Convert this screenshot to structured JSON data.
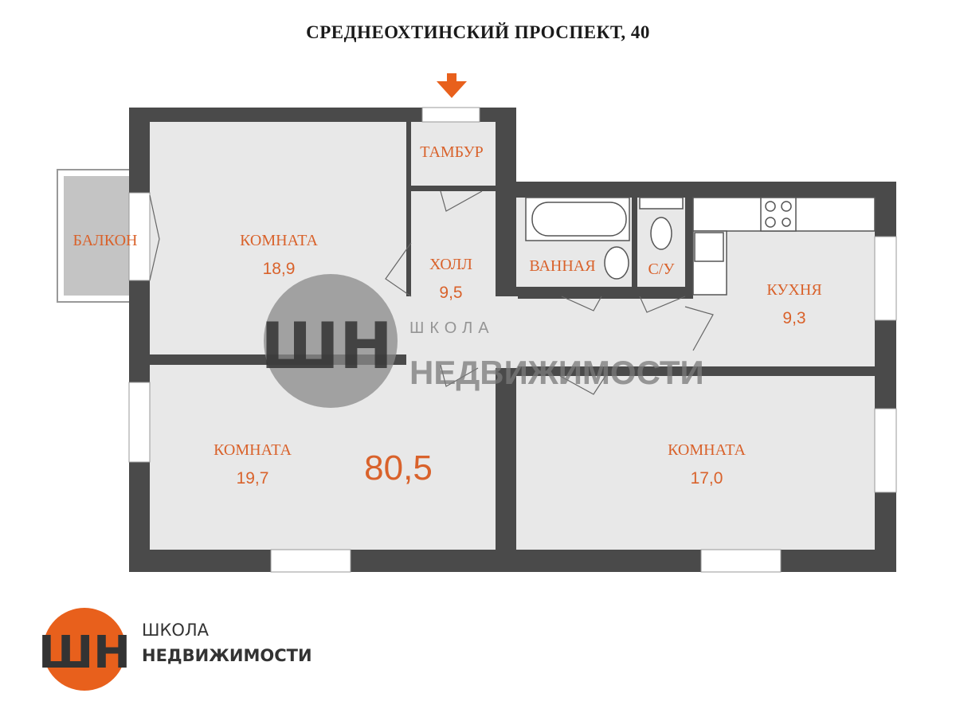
{
  "title": "СРЕДНЕОХТИНСКИЙ ПРОСПЕКТ, 40",
  "total_area": "80,5",
  "rooms": {
    "balcony": {
      "label": "БАЛКОН"
    },
    "room1": {
      "label": "КОМНАТА",
      "area": "18,9"
    },
    "tambur": {
      "label": "ТАМБУР"
    },
    "hall": {
      "label": "ХОЛЛ",
      "area": "9,5"
    },
    "bath": {
      "label": "ВАННАЯ"
    },
    "wc": {
      "label": "С/У"
    },
    "kitchen": {
      "label": "КУХНЯ",
      "area": "9,3"
    },
    "room2": {
      "label": "КОМНАТА",
      "area": "19,7"
    },
    "room3": {
      "label": "КОМНАТА",
      "area": "17,0"
    }
  },
  "brand": {
    "line1": "ШКОЛА",
    "line2": "НЕДВИЖИМОСТИ",
    "mark": "ШН"
  },
  "colors": {
    "accent": "#e8601c",
    "wall": "#4a4a4a",
    "floor": "#e8e8e8",
    "label": "#d9622b"
  }
}
